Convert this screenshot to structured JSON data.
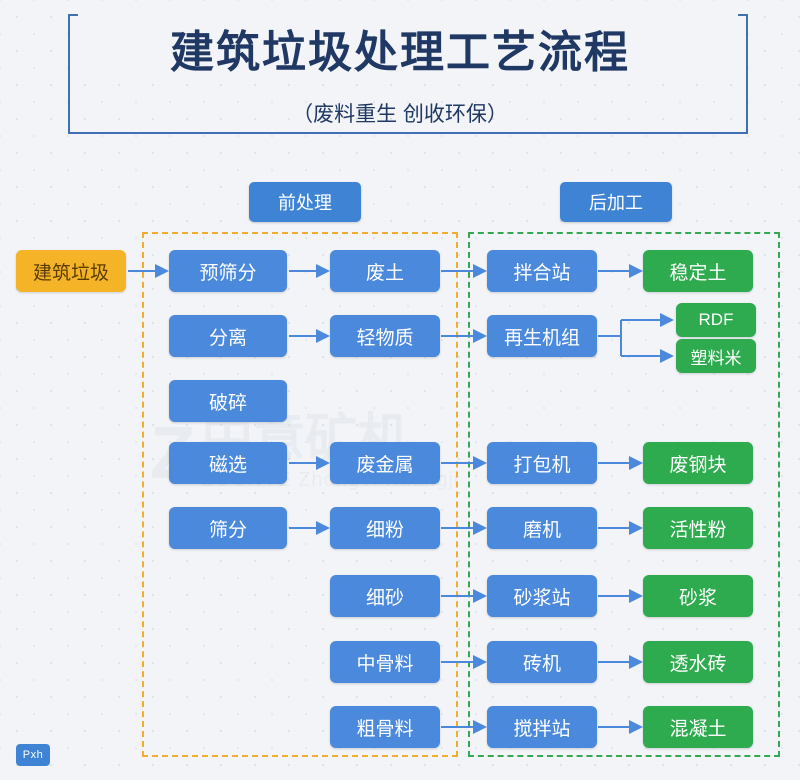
{
  "header": {
    "title": "建筑垃圾处理工艺流程",
    "subtitle": "（废料重生  创收环保）"
  },
  "watermark": {
    "logo": "Z",
    "main": "中意矿机",
    "sub": "ZOONYE  ZhongYi Kuangji"
  },
  "badge": {
    "label": "Pxh"
  },
  "groups": [
    {
      "id": "pre",
      "label": "前处理",
      "frame_color": "#f0ad2e"
    },
    {
      "id": "post",
      "label": "后加工",
      "frame_color": "#35a853"
    }
  ],
  "colors": {
    "blue": "#4a89dc",
    "green": "#2eaa4f",
    "yellow": "#f5b428",
    "arrow": "#4a89dc",
    "title": "#1f3864"
  },
  "nodes": {
    "source": {
      "label": "建筑垃圾"
    },
    "col1": [
      {
        "label": "预筛分"
      },
      {
        "label": "分离"
      },
      {
        "label": "破碎"
      },
      {
        "label": "磁选"
      },
      {
        "label": "筛分"
      }
    ],
    "col2": [
      {
        "label": "废土"
      },
      {
        "label": "轻物质"
      },
      {
        "label": "废金属"
      },
      {
        "label": "细粉"
      },
      {
        "label": "细砂"
      },
      {
        "label": "中骨料"
      },
      {
        "label": "粗骨料"
      }
    ],
    "col3": [
      {
        "label": "拌合站"
      },
      {
        "label": "再生机组"
      },
      {
        "label": "打包机"
      },
      {
        "label": "磨机"
      },
      {
        "label": "砂浆站"
      },
      {
        "label": "砖机"
      },
      {
        "label": "搅拌站"
      }
    ],
    "col4": [
      {
        "label": "稳定土"
      },
      {
        "label": "RDF"
      },
      {
        "label": "塑料米"
      },
      {
        "label": "废钢块"
      },
      {
        "label": "活性粉"
      },
      {
        "label": "砂浆"
      },
      {
        "label": "透水砖"
      },
      {
        "label": "混凝土"
      }
    ]
  }
}
